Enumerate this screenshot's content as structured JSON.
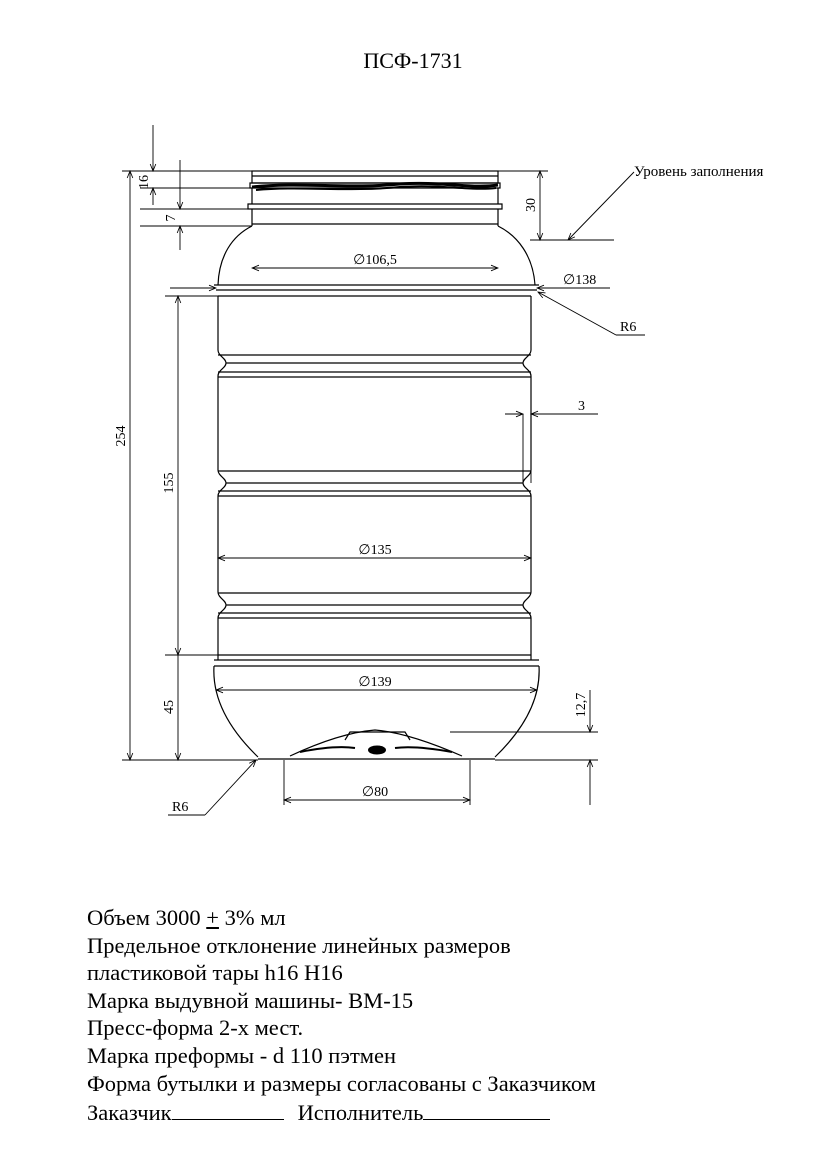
{
  "title": "ПСФ-1731",
  "labels": {
    "fill_level": "Уровень заполнения",
    "r6_top": "R6",
    "r6_bottom": "R6"
  },
  "dimensions": {
    "dim_16": "16",
    "dim_7": "7",
    "dim_30": "30",
    "dim_254": "254",
    "dim_155": "155",
    "dim_45": "45",
    "dim_12_7": "12,7",
    "dim_3": "3",
    "d_106_5": "∅106,5",
    "d_138": "∅138",
    "d_135": "∅135",
    "d_139": "∅139",
    "d_80": "∅80"
  },
  "notes": {
    "volume_prefix": "Объем 3000 ",
    "volume_pm": "+",
    "volume_suffix": " 3% мл",
    "tolerance_1": "Предельное отклонение линейных размеров",
    "tolerance_2": "пластиковой тары h16 H16",
    "machine": "Марка выдувной машины- ВМ-15",
    "mold": "Пресс-форма 2-х мест.",
    "preform": "Марка преформы - d 110 пэтмен",
    "agreement": "Форма бутылки и размеры согласованы с Заказчиком",
    "customer": "Заказчик",
    "executor": "Исполнитель"
  }
}
